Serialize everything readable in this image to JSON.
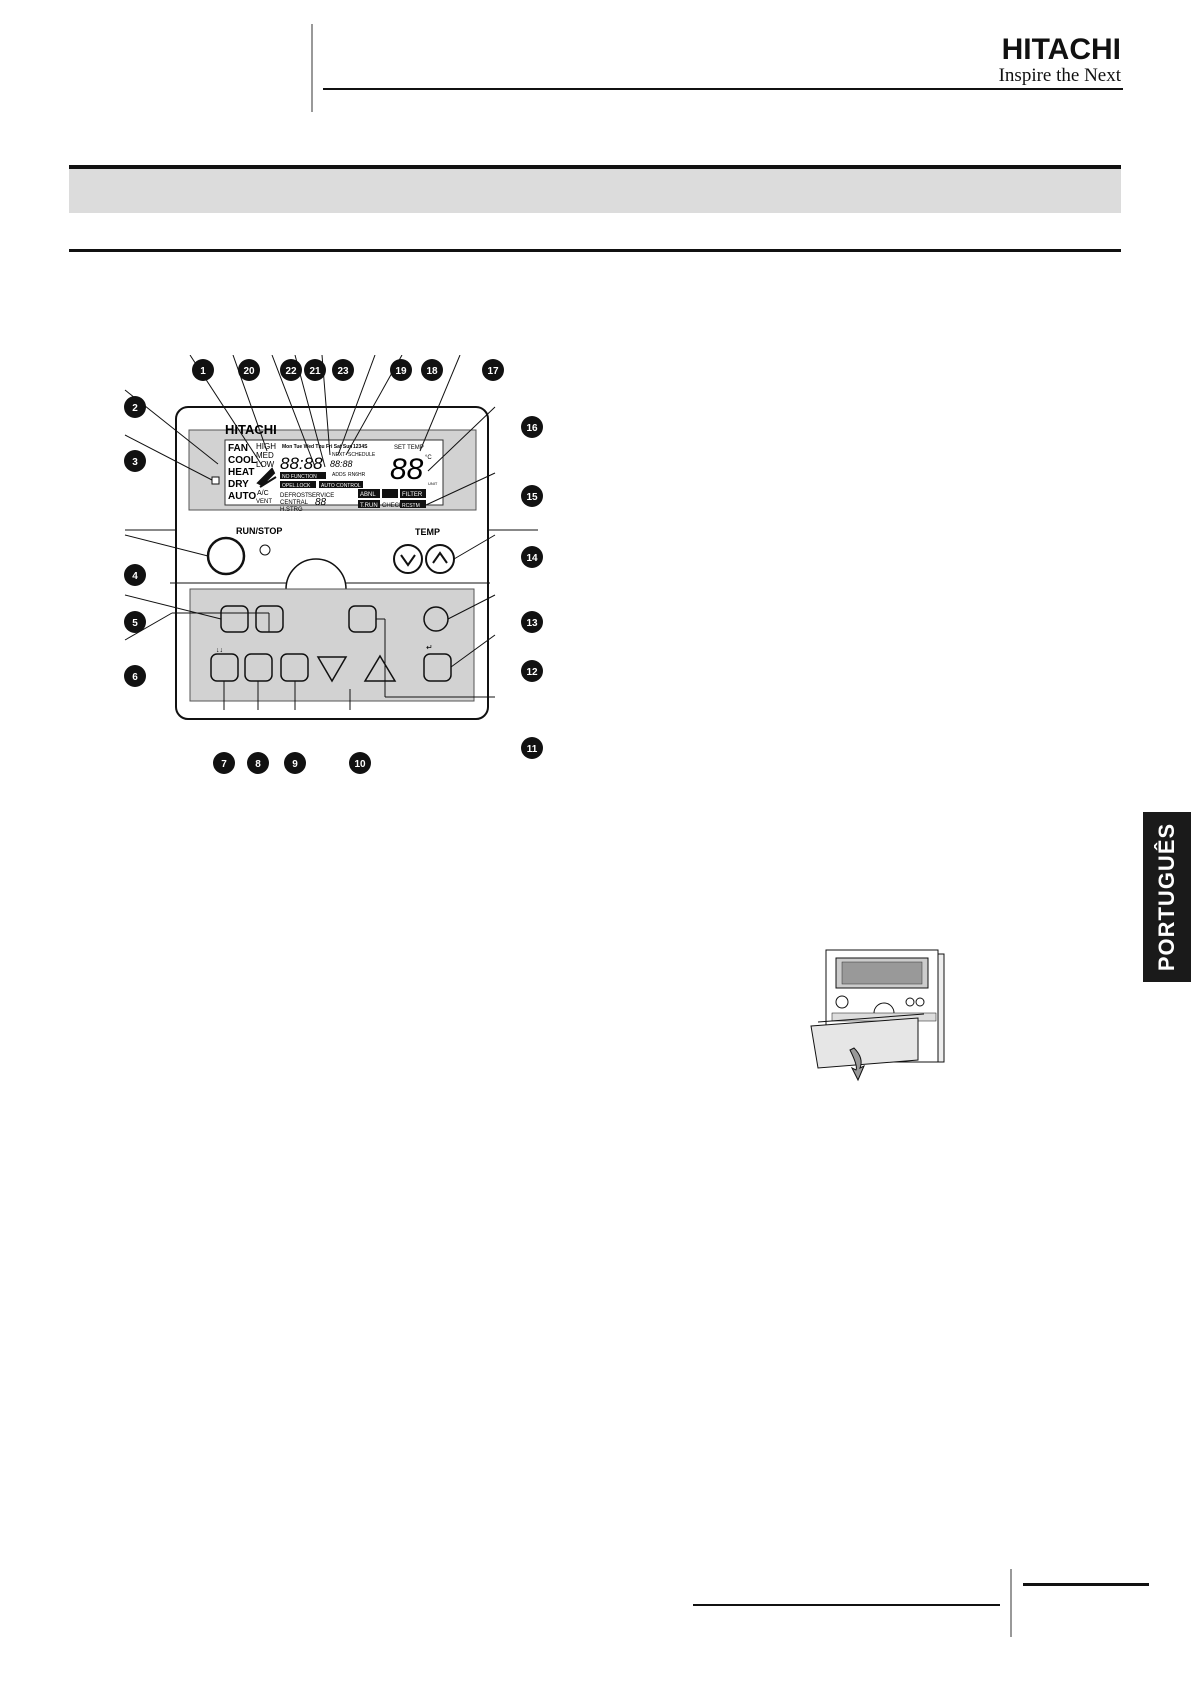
{
  "header": {
    "brand_name": "HITACHI",
    "brand_tagline": "Inspire the Next"
  },
  "side_tab": {
    "label": "PORTUGUÊS"
  },
  "controller": {
    "brand": "HITACHI",
    "run_stop_label": "RUN/STOP",
    "temp_label": "TEMP",
    "lcd": {
      "modes": [
        "FAN",
        "COOL",
        "HEAT",
        "DRY",
        "AUTO"
      ],
      "fan_speeds": [
        "HIGH",
        "MED",
        "LOW"
      ],
      "days": "Mon Tue Wed Thu Fri Sat Sun",
      "schedule_digits": "1234S",
      "clock": "88:88",
      "no_function": "NO FUNCTION",
      "opel_lock": "OPEL.LOCK",
      "auto_control": "AUTO CONTROL",
      "next": "NEXT",
      "schedule": "SCHEDULE",
      "addr": "ADDS",
      "rnhr": "RN6HR",
      "ac": "A/C",
      "vent": "VENT",
      "defrost": "DEFROST",
      "central": "CENTRAL",
      "h_strg": "H.STRG",
      "service": "SERVICE",
      "service_digits": "88",
      "set_temp": "SET TEMP",
      "temp_digits": "88",
      "unit": "°C",
      "unit_small": "UNIT",
      "abnl": "ABNL",
      "filter": "FILTER",
      "trun": "T.RUN",
      "check": "CHECK",
      "rcstmp": "RCSTM"
    },
    "callouts": [
      "1",
      "2",
      "3",
      "4",
      "5",
      "6",
      "7",
      "8",
      "9",
      "10",
      "11",
      "12",
      "13",
      "14",
      "15",
      "16",
      "17",
      "18",
      "19",
      "20",
      "21",
      "22",
      "23"
    ]
  }
}
